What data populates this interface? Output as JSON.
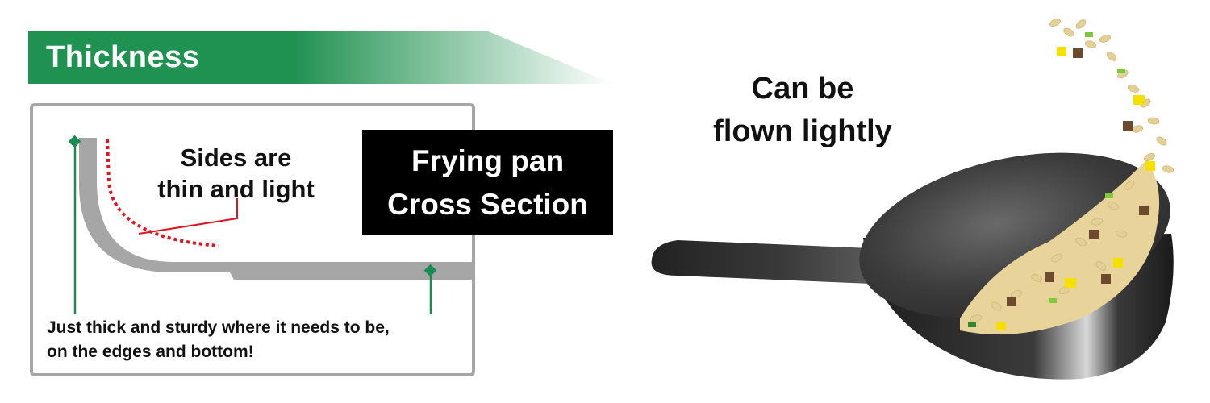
{
  "banner": {
    "title": "Thickness"
  },
  "cross_section": {
    "title_line1": "Frying pan",
    "title_line2": "Cross Section",
    "sides_label_line1": "Sides are",
    "sides_label_line2": "thin and light",
    "bottom_caption_line1": "Just thick and sturdy where it needs to be,",
    "bottom_caption_line2": "on the edges and bottom!"
  },
  "wok": {
    "caption_line1": "Can be",
    "caption_line2": "flown lightly"
  },
  "colors": {
    "banner_green": "#1f9150",
    "marker_green": "#1a8c52",
    "accent_red": "#e0141e",
    "pan_wall_gray": "#a6a6a6"
  }
}
